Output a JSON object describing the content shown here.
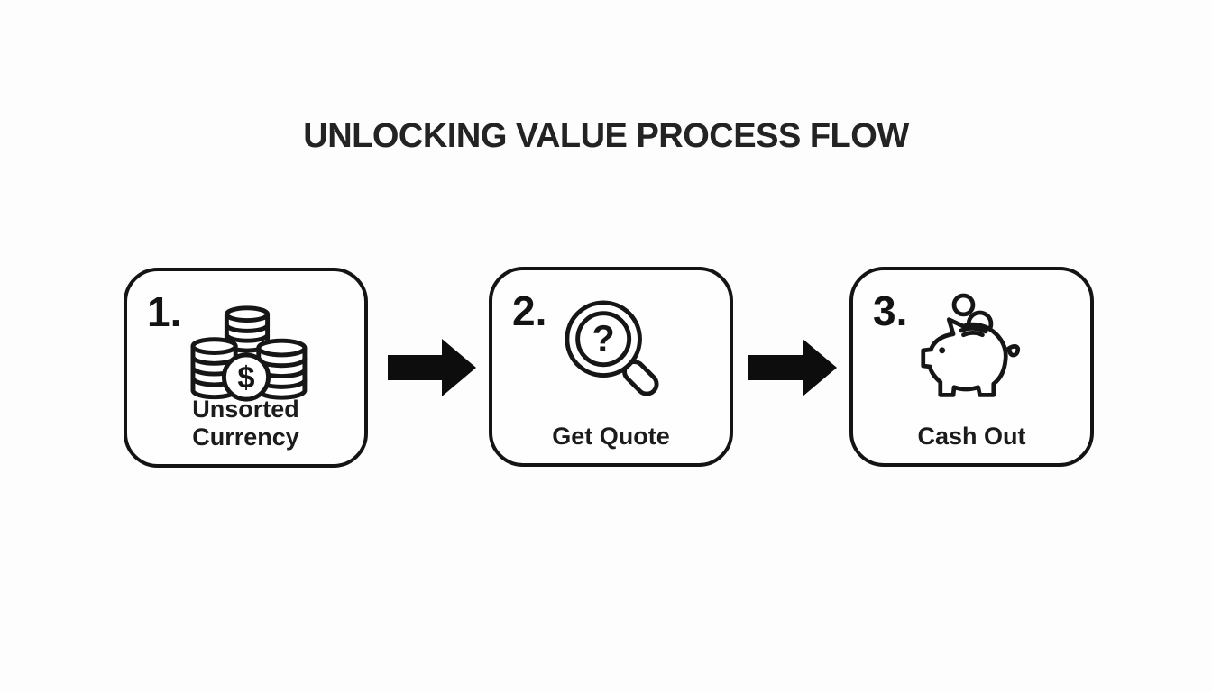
{
  "title": "UNLOCKING VALUE PROCESS FLOW",
  "colors": {
    "background": "#fdfdfd",
    "ink": "#1b1b1b",
    "box_border": "#141414",
    "arrow_fill": "#0d0d0d"
  },
  "steps": [
    {
      "number": "1.",
      "label": "Unsorted Currency",
      "icon": "coin-stacks-icon",
      "symbol": "$"
    },
    {
      "number": "2.",
      "label": "Get Quote",
      "icon": "magnifier-question-icon",
      "symbol": "?"
    },
    {
      "number": "3.",
      "label": "Cash Out",
      "icon": "piggy-bank-icon",
      "symbol": ""
    }
  ],
  "arrows": [
    {
      "direction": "right"
    },
    {
      "direction": "right"
    }
  ]
}
